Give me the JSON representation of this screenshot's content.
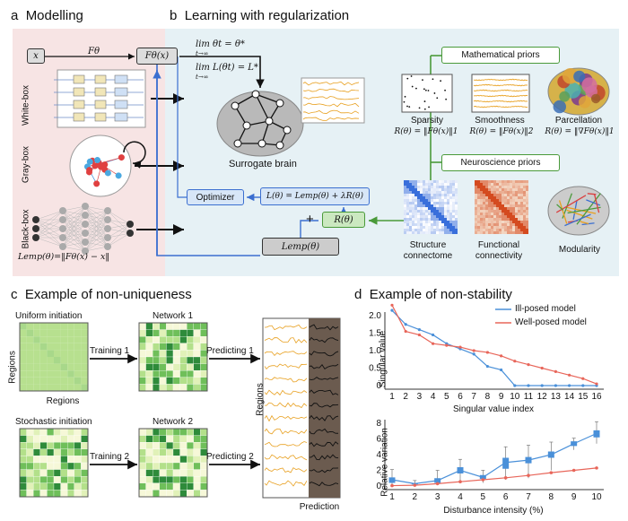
{
  "panels": {
    "a": {
      "letter": "a",
      "title": "Modelling"
    },
    "b": {
      "letter": "b",
      "title": "Learning with regularization"
    },
    "c": {
      "letter": "c",
      "title": "Example of non-uniqueness"
    },
    "d": {
      "letter": "d",
      "title": "Example of non-stability"
    }
  },
  "modelling": {
    "x": "x",
    "f_theta": "Fθ",
    "f_theta_x": "Fθ(x)",
    "rows": [
      "White-box",
      "Gray-box",
      "Black-box"
    ],
    "loss_label": "Lemp(θ)=‖Fθ(x) − x‖"
  },
  "learning": {
    "lim_theta": "lim θt = θ*",
    "lim_loss": "lim L(θt) = L*",
    "lim_sub": "t→∞",
    "surrogate": "Surrogate brain",
    "optimizer": "Optimizer",
    "total_loss": "L(θ) = Lemp(θ) + λR(θ)",
    "reg": "R(θ)",
    "emp": "Lemp(θ)",
    "plus": "+",
    "math_priors": "Mathematical priors",
    "neuro_priors": "Neuroscience priors",
    "priors": [
      {
        "name": "Sparsity",
        "formula": "R(θ) = ‖Fθ(x)‖1"
      },
      {
        "name": "Smoothness",
        "formula": "R(θ) = ‖Fθ(x)‖2"
      },
      {
        "name": "Parcellation",
        "formula": "R(θ) = ‖∇Fθ(x)‖1"
      }
    ],
    "neuro": [
      "Structure connectome",
      "Functional connectivity",
      "Modularity"
    ]
  },
  "nonuniq": {
    "uniform": "Uniform initiation",
    "stochastic": "Stochastic initiation",
    "network1": "Network 1",
    "network2": "Network 2",
    "training1": "Training 1",
    "training2": "Training 2",
    "predicting1": "Predicting 1",
    "predicting2": "Predicting 2",
    "regions": "Regions",
    "prediction": "Prediction"
  },
  "chart_data": [
    {
      "type": "line",
      "xlabel": "Singular value index",
      "ylabel": "Singular value",
      "x": [
        1,
        2,
        3,
        4,
        5,
        6,
        7,
        8,
        9,
        10,
        11,
        12,
        13,
        14,
        15,
        16
      ],
      "ylim": [
        0,
        2.0
      ],
      "yticks": [
        "0",
        "0.5",
        "1.0",
        "1.5",
        "2.0"
      ],
      "legend_position": "top-right",
      "series": [
        {
          "name": "Ill-posed model",
          "color": "#4a90d9",
          "values": [
            2.15,
            1.75,
            1.6,
            1.45,
            1.2,
            1.05,
            0.9,
            0.55,
            0.45,
            0.0,
            0.0,
            0.0,
            0.0,
            0.0,
            0.0,
            0.0
          ]
        },
        {
          "name": "Well-posed model",
          "color": "#e8665a",
          "values": [
            2.3,
            1.55,
            1.45,
            1.2,
            1.15,
            1.1,
            1.0,
            0.95,
            0.85,
            0.7,
            0.6,
            0.5,
            0.4,
            0.3,
            0.2,
            0.05
          ]
        }
      ]
    },
    {
      "type": "box",
      "xlabel": "Disturbance intensity (%)",
      "ylabel": "Relative variation",
      "x": [
        1,
        2,
        3,
        4,
        5,
        6,
        7,
        8,
        9,
        10
      ],
      "ylim": [
        0,
        8
      ],
      "yticks": [
        "0",
        "2",
        "4",
        "6",
        "8"
      ],
      "series": [
        {
          "name": "",
          "color": "#4a90d9",
          "median": [
            0.8,
            0.3,
            0.7,
            2.0,
            1.1,
            3.0,
            3.3,
            4.0,
            5.4,
            6.7
          ],
          "q1": [
            0.4,
            0.2,
            0.4,
            1.6,
            0.9,
            2.2,
            2.9,
            3.6,
            5.1,
            6.2
          ],
          "q3": [
            1.1,
            0.4,
            1.0,
            2.4,
            1.4,
            3.6,
            3.7,
            4.4,
            5.7,
            7.1
          ],
          "low": [
            0.1,
            0.0,
            0.1,
            0.6,
            0.4,
            0.8,
            1.0,
            2.0,
            4.6,
            5.4
          ],
          "high": [
            2.1,
            0.7,
            2.0,
            3.4,
            2.0,
            5.0,
            5.2,
            5.6,
            6.1,
            8.2
          ]
        },
        {
          "name": "",
          "color": "#e8665a",
          "values": [
            0.05,
            0.1,
            0.3,
            0.55,
            0.8,
            1.05,
            1.35,
            1.7,
            2.0,
            2.3
          ]
        }
      ]
    }
  ]
}
